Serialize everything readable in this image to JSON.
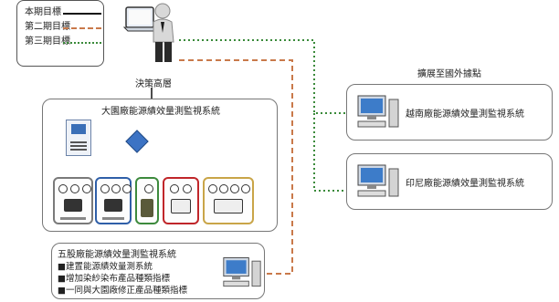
{
  "legend": {
    "items": [
      {
        "label": "本期目標",
        "style": "solid",
        "color": "#111111"
      },
      {
        "label": "第二期目標",
        "style": "dashed",
        "color": "#c9794a"
      },
      {
        "label": "第三期目標",
        "style": "dotted",
        "color": "#3a8a3a"
      }
    ]
  },
  "decision_maker": {
    "label": "決策高層",
    "icon": "person-with-laptop-icon"
  },
  "expansion_label": "擴展至國外據點",
  "main_system": {
    "title": "大園廠能源績效量測監視系統",
    "equipment_groups": [
      {
        "color": "#7a7a7a"
      },
      {
        "color": "#2f5fa8"
      },
      {
        "color": "#3d8a3d"
      },
      {
        "color": "#c0262a"
      },
      {
        "color": "#c9a548"
      }
    ]
  },
  "sites": [
    {
      "name": "越南廠能源績效量測監視系統",
      "icon": "computer-icon"
    },
    {
      "name": "印尼廠能源績效量測監視系統",
      "icon": "computer-icon"
    }
  ],
  "five_shares": {
    "title": "五股廠能源績效量測監視系統",
    "items": [
      "■建置能源績效量測系統",
      "■增加染紗染布產品種類指標",
      "■一同與大園廠修正產品種類指標"
    ],
    "icon": "computer-icon"
  }
}
